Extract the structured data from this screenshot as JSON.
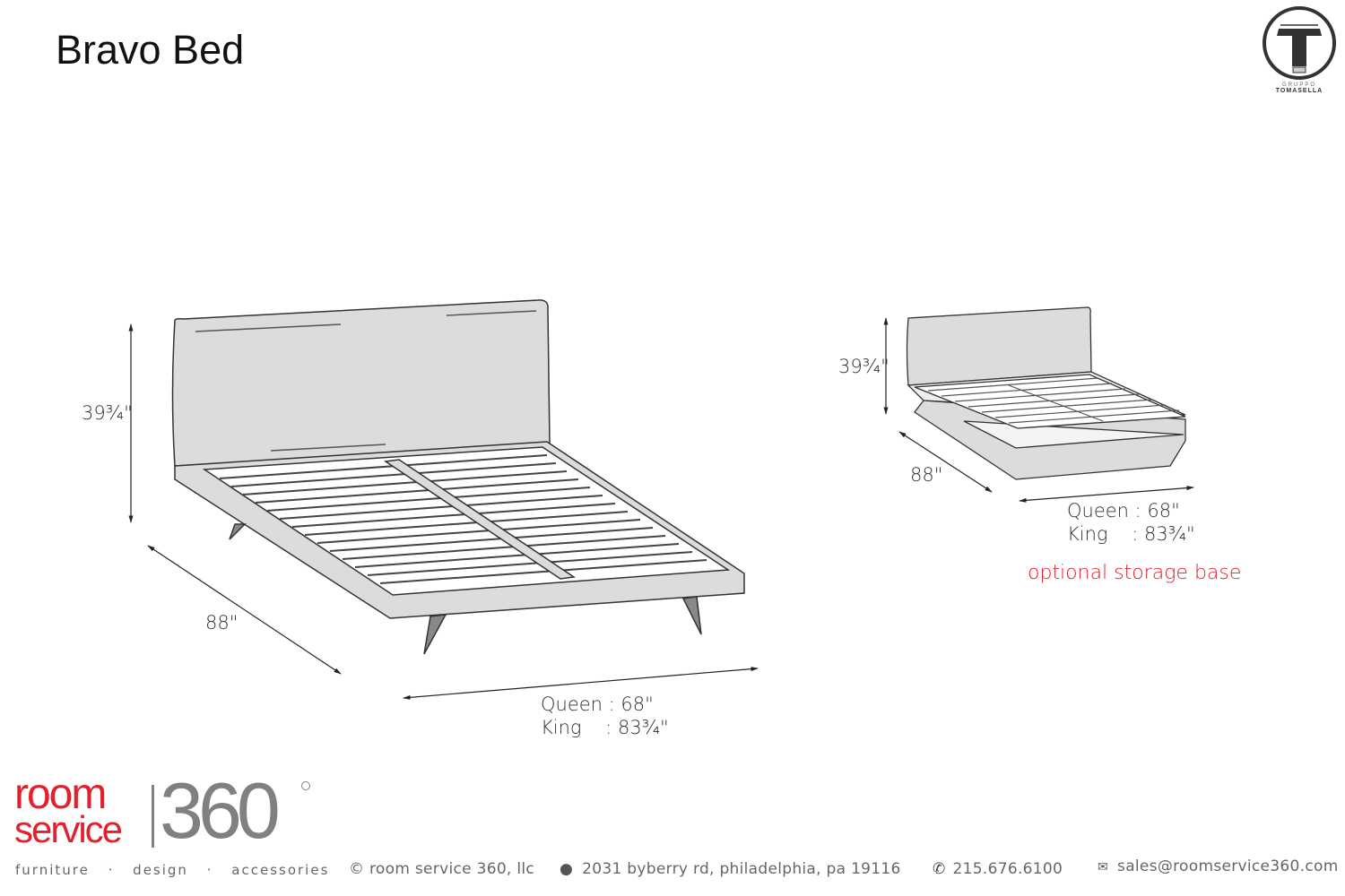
{
  "title": "Bravo Bed",
  "brand_logo": {
    "line1": "GRUPPO",
    "line2": "TOMASELLA",
    "letter": "T"
  },
  "main_drawing": {
    "height": "39¾\"",
    "depth": "88\"",
    "width_queen_label": "Queen : 68\"",
    "width_king_label": "King    : 83¾\""
  },
  "storage_drawing": {
    "height": "39¾\"",
    "depth": "88\"",
    "width_queen_label": "Queen : 68\"",
    "width_king_label": "King    : 83¾\"",
    "caption": "optional storage base"
  },
  "footer": {
    "logo_room": "room",
    "logo_service": "service",
    "logo_360": "360",
    "tagline": [
      "furniture",
      "design",
      "accessories"
    ],
    "copyright": "© room service 360, llc",
    "address": "2031 byberry rd, philadelphia, pa 19116",
    "phone": "215.676.6100",
    "email": "sales@roomservice360.com"
  },
  "colors": {
    "accent": "#e3202b",
    "gray": "#808080"
  }
}
